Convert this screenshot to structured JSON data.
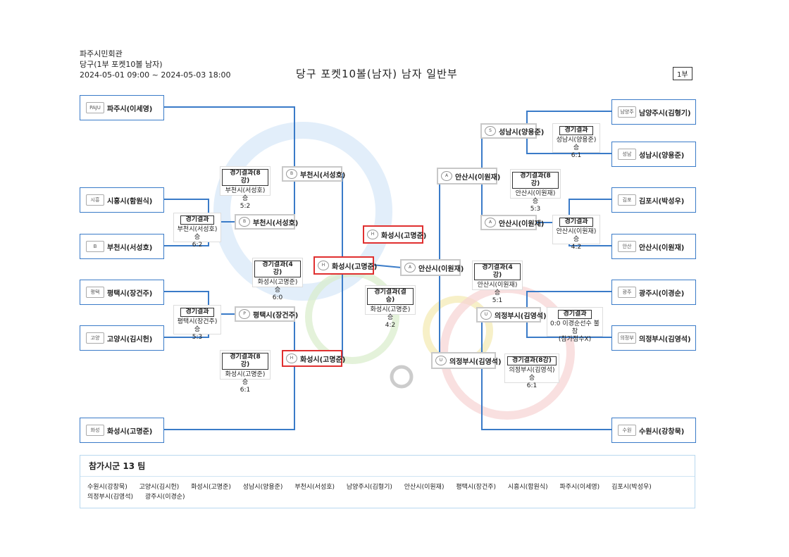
{
  "header": {
    "venue": "파주시민회관",
    "event": "당구(1부 포켓10볼 남자)",
    "period": "2024-05-01 09:00 ~ 2024-05-03 18:00",
    "title": "당구 포켓10볼(남자) 남자 일반부",
    "page_label": "1부"
  },
  "left_teams": [
    {
      "name": "파주시(이세영)",
      "logo": "PAJU"
    },
    {
      "name": "시흥시(함원식)",
      "logo": "시흥"
    },
    {
      "name": "부천시(서성호)",
      "logo": "B"
    },
    {
      "name": "평택시(장건주)",
      "logo": "평택"
    },
    {
      "name": "고양시(김시헌)",
      "logo": "고양"
    },
    {
      "name": "화성시(고명준)",
      "logo": "화성"
    }
  ],
  "right_teams": [
    {
      "name": "남양주시(김형기)",
      "logo": "남양주"
    },
    {
      "name": "성남시(양용준)",
      "logo": "성남"
    },
    {
      "name": "김포시(박성우)",
      "logo": "김포"
    },
    {
      "name": "안산시(이원재)",
      "logo": "안산"
    },
    {
      "name": "광주시(이경순)",
      "logo": "광주"
    },
    {
      "name": "의정부시(김영석)",
      "logo": "의정부"
    },
    {
      "name": "수원시(강창묵)",
      "logo": "수원"
    }
  ],
  "nodes": {
    "l_r2_top": "부천시(서성호)",
    "l_r1_bucheon": "부천시(서성호)",
    "l_r1_pyeongtaek": "평택시(장건주)",
    "l_r2_bottom": "화성시(고명준)",
    "l_semi": "화성시(고명준)",
    "champion": "화성시(고명준)",
    "r_semi": "안산시(이원재)",
    "r_r2_top": "안산시(이원재)",
    "r_r1_seongnam": "성남시(양용준)",
    "r_r1_ansan": "안산시(이원재)",
    "r_r2_bottom": "의정부시(김영석)",
    "r_r1_uijeongbu": "의정부시(김영석)"
  },
  "results": {
    "l_r1_a": {
      "title": "경기결과",
      "winner": "부천시(서성호) 승",
      "score": "6:2"
    },
    "l_r2_a": {
      "title": "경기결과(8강)",
      "winner": "부천시(서성호) 승",
      "score": "5:2"
    },
    "l_r1_b": {
      "title": "경기결과",
      "winner": "평택시(장건주) 승",
      "score": "5:3"
    },
    "l_r2_b": {
      "title": "경기결과(8강)",
      "winner": "화성시(고명준) 승",
      "score": "6:1"
    },
    "l_semi": {
      "title": "경기결과(4강)",
      "winner": "화성시(고명준) 승",
      "score": "6:0"
    },
    "final": {
      "title": "경기결과(결승)",
      "winner": "화성시(고명준) 승",
      "score": "4:2"
    },
    "r_semi": {
      "title": "경기결과(4강)",
      "winner": "안산시(이원재) 승",
      "score": "5:1"
    },
    "r_r1_a": {
      "title": "경기결과",
      "winner": "성남시(양용준) 승",
      "score": "6:1"
    },
    "r_r2_a": {
      "title": "경기결과(8강)",
      "winner": "안산시(이원재) 승",
      "score": "5:3"
    },
    "r_r1_b": {
      "title": "경기결과",
      "winner": "안산시(이원재) 승",
      "score": "4:2"
    },
    "r_r1_c": {
      "title": "경기결과",
      "winner": "0:0 이경순선수 불참",
      "score": "(참가점수X)"
    },
    "r_r2_b": {
      "title": "경기결과(8강)",
      "winner": "의정부시(김영석) 승",
      "score": "6:1"
    }
  },
  "participants": {
    "heading": "참가시군 13 팀",
    "list": [
      "수원시(강창묵)",
      "고양시(김시헌)",
      "화성시(고명준)",
      "성남시(양용준)",
      "부천시(서성호)",
      "남양주시(김형기)",
      "안산시(이원재)",
      "평택시(장건주)",
      "시흥시(함원식)",
      "파주시(이세영)",
      "김포시(박성우)",
      "의정부시(김영석)",
      "광주시(이경순)"
    ]
  },
  "colors": {
    "line": "#3a7bc8",
    "champion_border": "#e03030",
    "node_border": "#c8c8c8"
  }
}
